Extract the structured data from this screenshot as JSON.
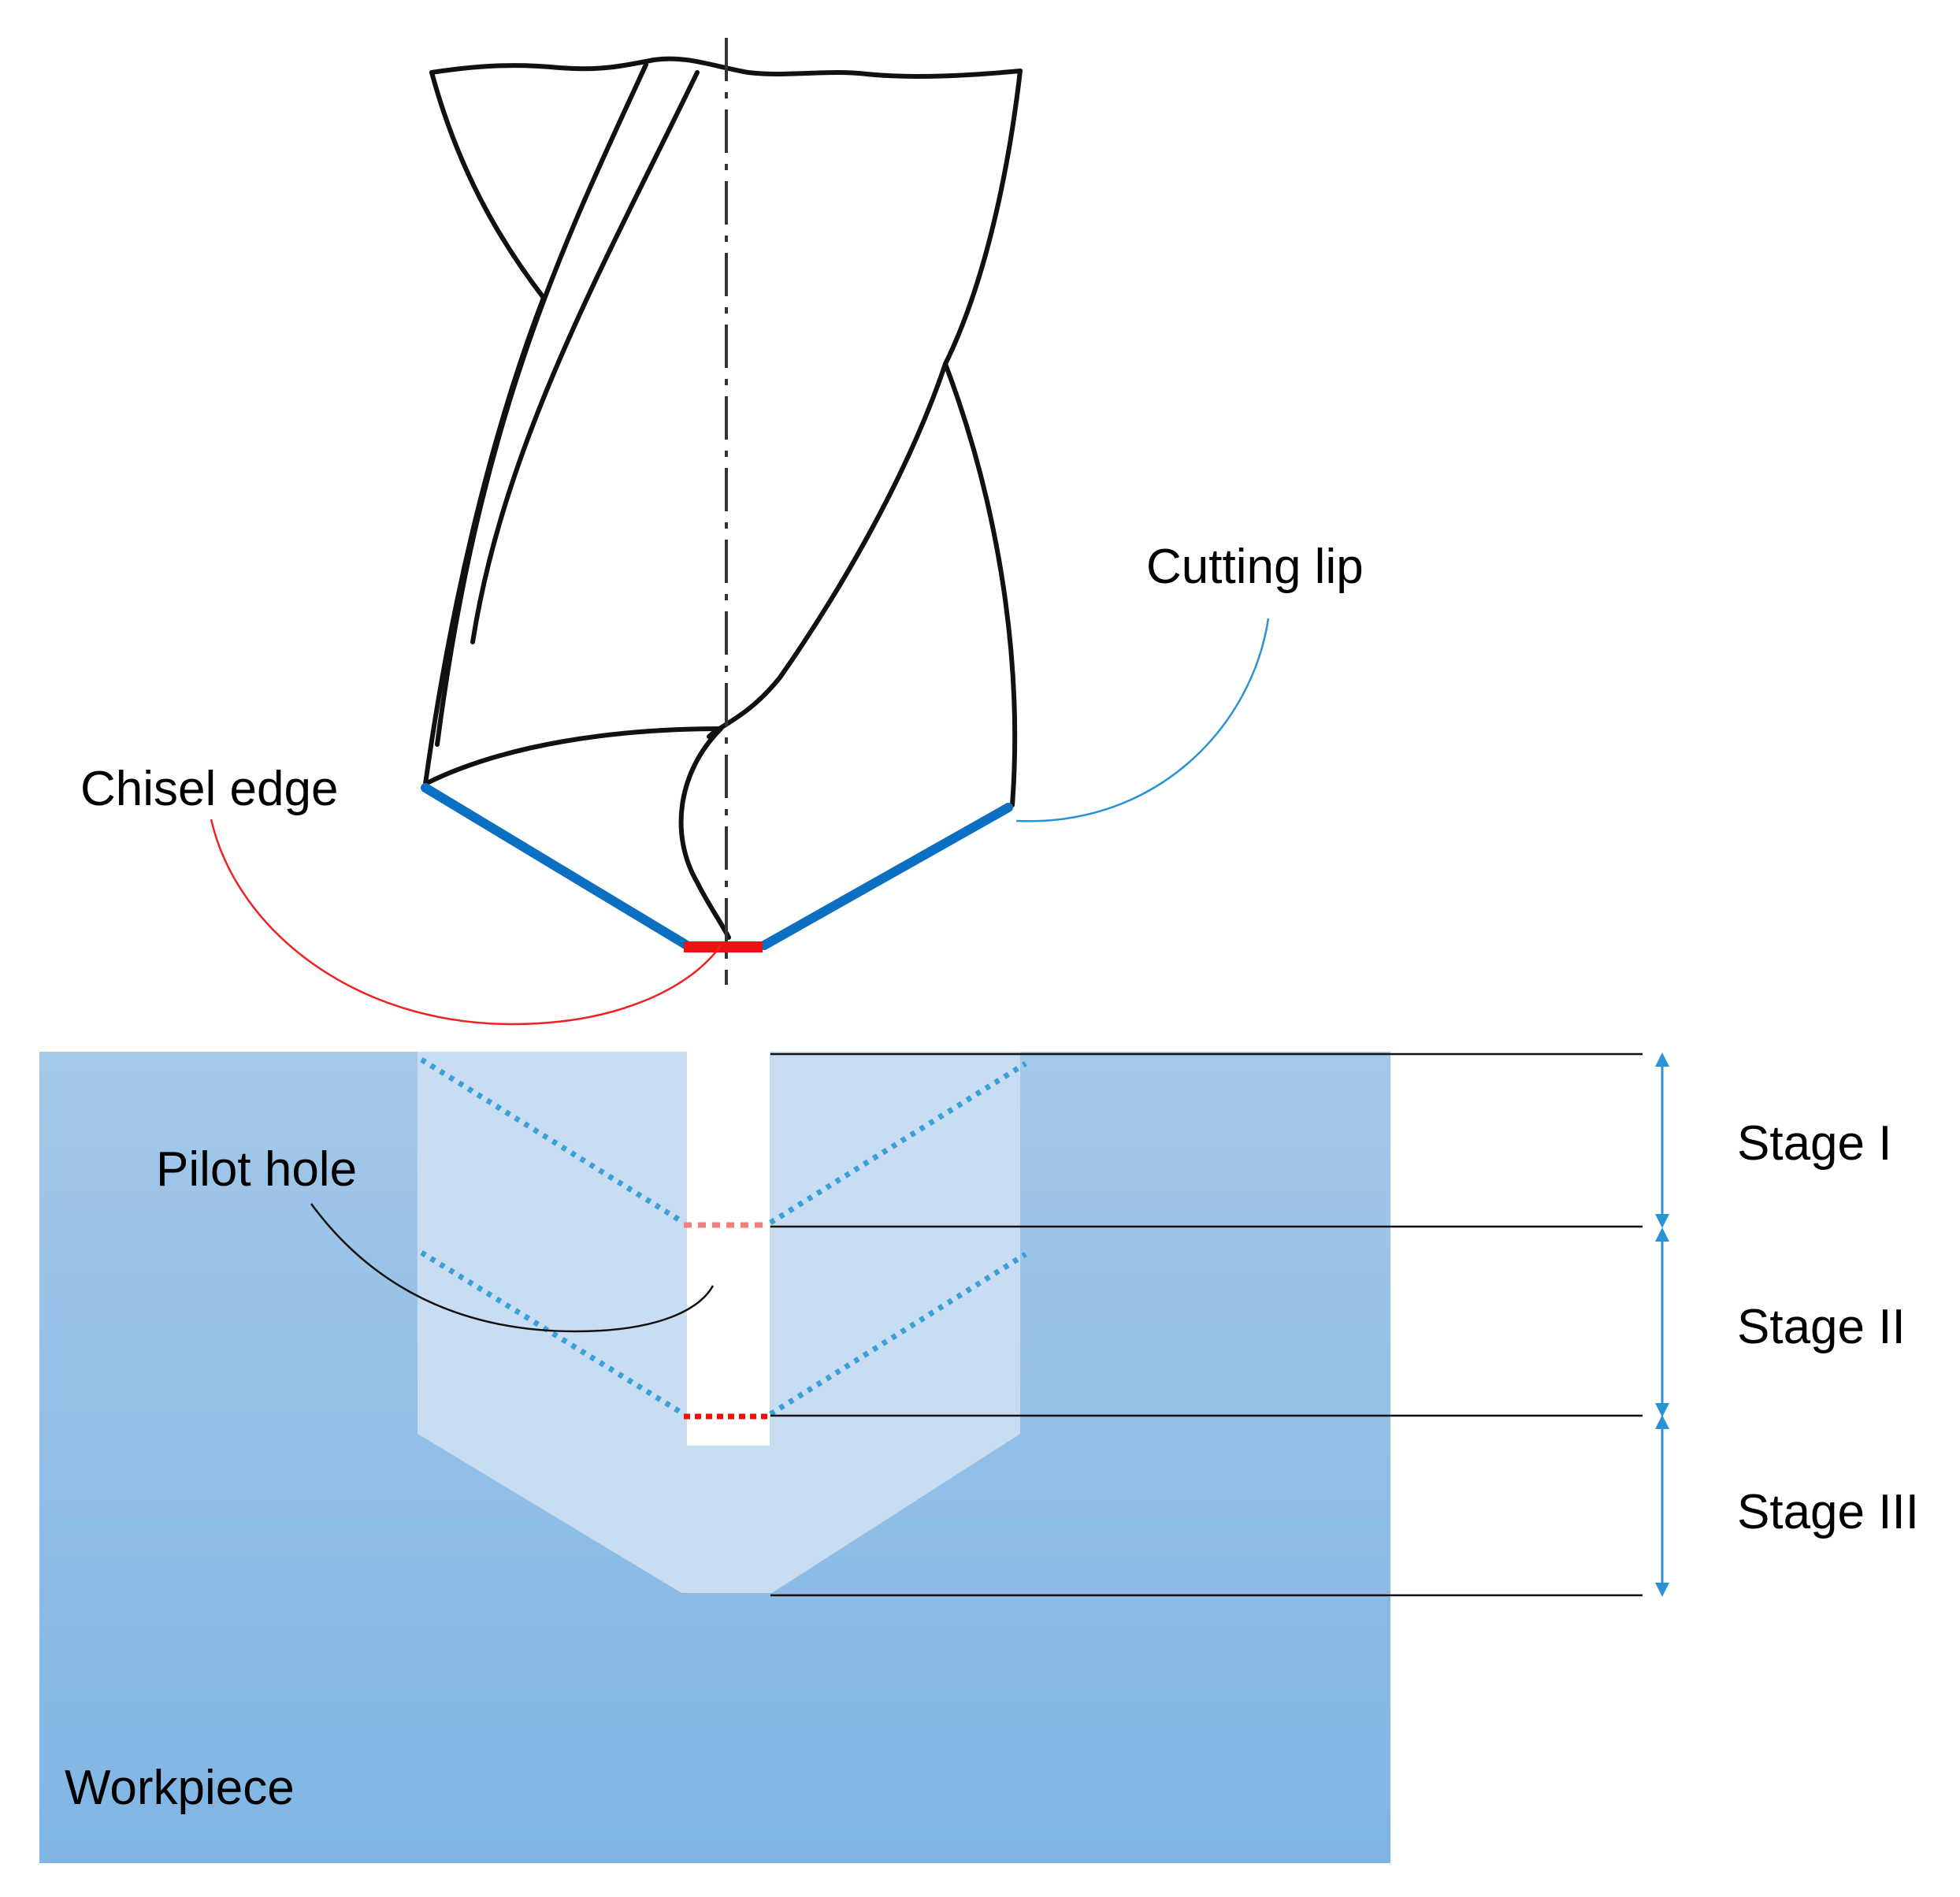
{
  "labels": {
    "chisel_edge": "Chisel edge",
    "cutting_lip": "Cutting lip",
    "pilot_hole": "Pilot hole",
    "workpiece": "Workpiece"
  },
  "stages": [
    {
      "label": "Stage I"
    },
    {
      "label": "Stage II"
    },
    {
      "label": "Stage III"
    }
  ],
  "colors": {
    "chisel_edge": "#ee1111",
    "cutting_lip": "#0b6fc2",
    "pilot_dotted": "#f08080",
    "lip_dotted": "#3aa0d8",
    "dimension_arrow": "#2a93d5",
    "workpiece_top": "#a4c8e9",
    "workpiece_bottom": "#7fb5e3",
    "hole_fill": "#c8ddf1"
  }
}
